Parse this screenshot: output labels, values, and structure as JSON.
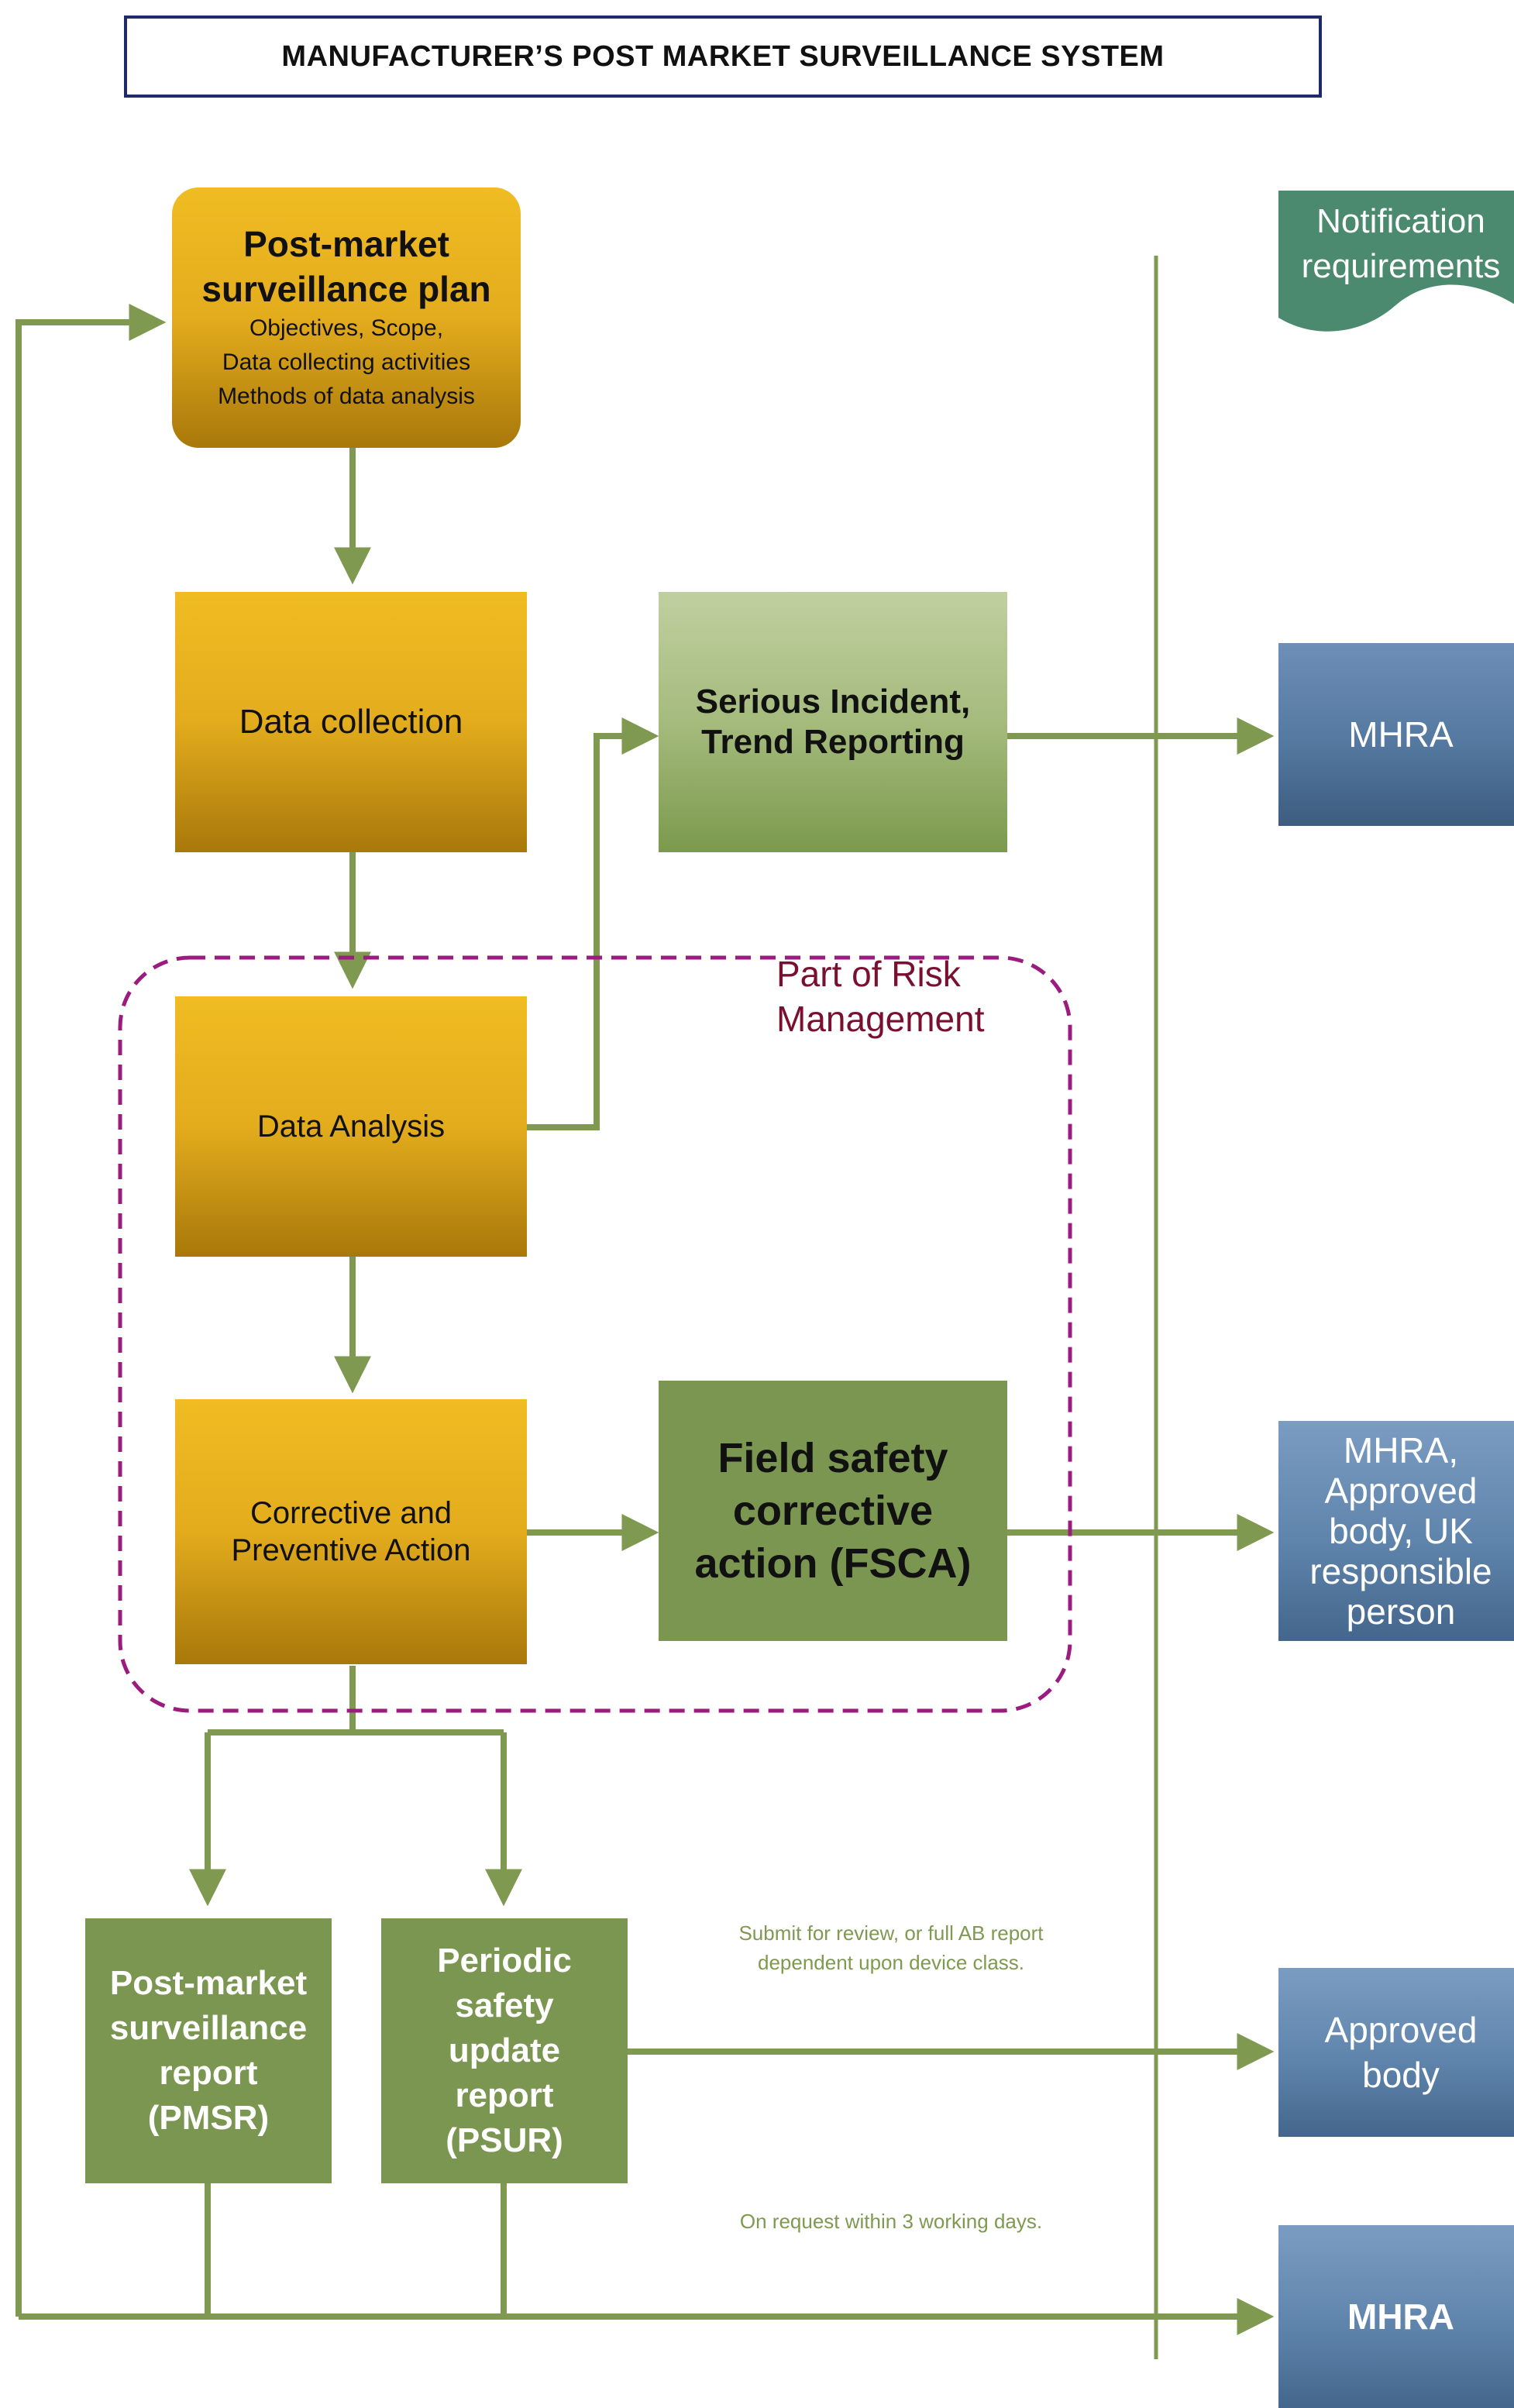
{
  "title": "MANUFACTURER’S POST MARKET SURVEILLANCE SYSTEM",
  "plan": {
    "title_line1": "Post-market",
    "title_line2": "surveillance plan",
    "line1": "Objectives, Scope,",
    "line2": "Data collecting activities",
    "line3": "Methods of data analysis"
  },
  "data_collection": "Data collection",
  "data_analysis": "Data Analysis",
  "capa": {
    "line1": "Corrective and",
    "line2": "Preventive Action"
  },
  "serious": {
    "line1": "Serious Incident,",
    "line2": "Trend Reporting"
  },
  "fsca": {
    "line1": "Field safety",
    "line2": "corrective",
    "line3": "action (FSCA)"
  },
  "risk": {
    "line1": "Part of Risk",
    "line2": "Management"
  },
  "pmsr": {
    "line1": "Post-market",
    "line2": "surveillance",
    "line3": "report",
    "line4": "(PMSR)"
  },
  "psur": {
    "line1": "Periodic",
    "line2": "safety",
    "line3": "update",
    "line4": "report",
    "line5": "(PSUR)"
  },
  "notification": {
    "line1": "Notification",
    "line2": "requirements"
  },
  "mhra1": "MHRA",
  "mhra_group": {
    "line1": "MHRA,",
    "line2": "Approved",
    "line3": "body, UK",
    "line4": "responsible",
    "line5": "person"
  },
  "approved": {
    "line1": "Approved",
    "line2": "body"
  },
  "mhra2": "MHRA",
  "note_submit": {
    "line1": "Submit for review, or full AB report",
    "line2": "dependent upon device class."
  },
  "note_request": "On request within 3 working days.",
  "colors": {
    "arrow": "#7f9a50",
    "dashed": "#9b1b7e",
    "title_border": "#1f2a6b",
    "gold": "#e3ac1d",
    "green": "#7a9650",
    "blue": "#54789f",
    "teal": "#4b8a6e"
  }
}
